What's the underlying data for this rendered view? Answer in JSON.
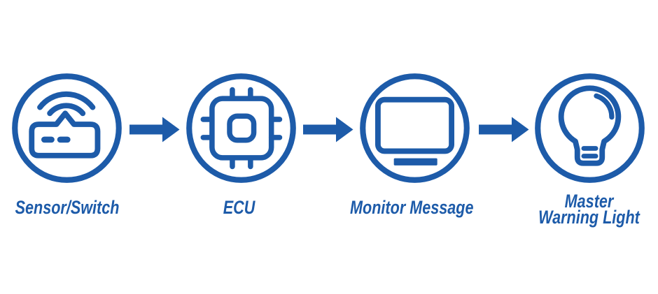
{
  "diagram": {
    "accent_color": "#1D5BA9",
    "background_color": "#FFFFFF",
    "nodes": [
      {
        "label": "Sensor/Switch",
        "icon": "wireless-sensor-icon"
      },
      {
        "label": "ECU",
        "icon": "microchip-icon"
      },
      {
        "label": "Monitor Message",
        "icon": "monitor-screen-icon"
      },
      {
        "label": "Master Warning Light",
        "label_lines": [
          "Master",
          "Warning Light"
        ],
        "icon": "light-bulb-icon"
      }
    ],
    "connectors": [
      {
        "type": "arrow-right"
      },
      {
        "type": "arrow-right"
      },
      {
        "type": "arrow-right"
      }
    ]
  }
}
